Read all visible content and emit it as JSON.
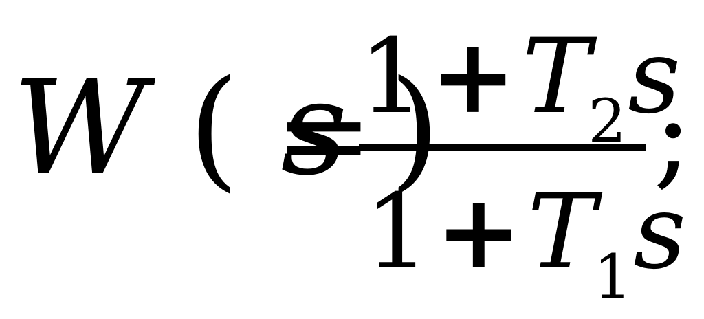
{
  "equation": {
    "lhs": {
      "function_name": "W",
      "open_paren": "(",
      "variable": "s",
      "close_paren": ")"
    },
    "equals": "=",
    "numerator": {
      "one": "1",
      "plus": "+",
      "coeff": "T",
      "coeff_subscript": "2",
      "variable": "s"
    },
    "denominator": {
      "one": "1",
      "plus": "+",
      "coeff": "T",
      "coeff_subscript": "1",
      "variable": "s"
    },
    "terminator": ";"
  }
}
